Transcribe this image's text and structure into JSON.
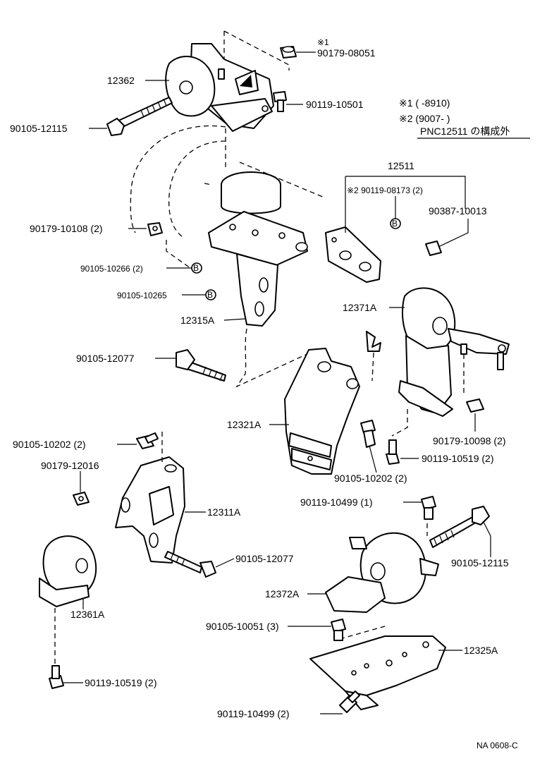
{
  "notes": {
    "note1": "※1 ( -8910)",
    "note2": "※2 (9007- )",
    "note3": "PNC12511 の構成外"
  },
  "marker_letter": "B",
  "labels": {
    "l_12362": "12362",
    "l_90105_12115_a": "90105-12115",
    "l_star1": "※1",
    "l_90179_08051": "90179-08051",
    "l_90119_10501": "90119-10501",
    "l_12511": "12511",
    "l_90119_08173": "※2 90119-08173 (2)",
    "l_90387_10013": "90387-10013",
    "l_90179_10108": "90179-10108 (2)",
    "l_90105_10266": "90105-10266 (2)",
    "l_90105_10265": "90105-10265",
    "l_12315A": "12315A",
    "l_12371A": "12371A",
    "l_90105_12077_a": "90105-12077",
    "l_12321A": "12321A",
    "l_90179_10098": "90179-10098 (2)",
    "l_90105_10202_a": "90105-10202 (2)",
    "l_90119_10519_a": "90119-10519 (2)",
    "l_90179_12016": "90179-12016",
    "l_90105_10202_b": "90105-10202 (2)",
    "l_12311A": "12311A",
    "l_90119_10499_a": "90119-10499 (1)",
    "l_90105_12077_b": "90105-12077",
    "l_90105_12115_b": "90105-12115",
    "l_12372A": "12372A",
    "l_12361A": "12361A",
    "l_90105_10051": "90105-10051 (3)",
    "l_12325A": "12325A",
    "l_90119_10519_b": "90119-10519 (2)",
    "l_90119_10499_b": "90119-10499 (2)",
    "l_ref": "NA 0608-C"
  }
}
